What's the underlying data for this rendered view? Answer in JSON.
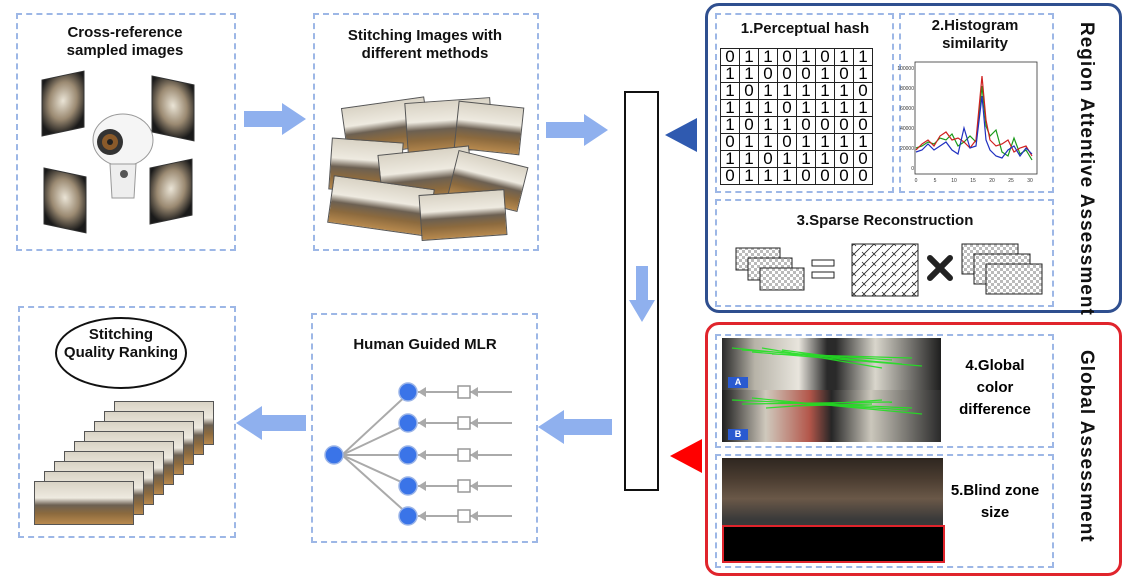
{
  "panels": {
    "cross_reference": "Cross-reference sampled images",
    "stitching": "Stitching Images with different methods",
    "human_mlr": "Human Guided MLR",
    "ranking": "Stitching Quality Ranking"
  },
  "region_attentive": {
    "title": "Region Attentive Assessment",
    "perceptual_hash": "1.Perceptual hash",
    "histogram": "2.Histogram similarity",
    "sparse": "3.Sparse Reconstruction",
    "hash_rows": [
      [
        "0",
        "1",
        "1",
        "0",
        "1",
        "0",
        "1",
        "1"
      ],
      [
        "1",
        "1",
        "0",
        "0",
        "0",
        "1",
        "0",
        "1"
      ],
      [
        "1",
        "0",
        "1",
        "1",
        "1",
        "1",
        "1",
        "0"
      ],
      [
        "1",
        "1",
        "1",
        "0",
        "1",
        "1",
        "1",
        "1"
      ],
      [
        "1",
        "0",
        "1",
        "1",
        "0",
        "0",
        "0",
        "0"
      ],
      [
        "0",
        "1",
        "1",
        "0",
        "1",
        "1",
        "1",
        "1"
      ],
      [
        "1",
        "1",
        "0",
        "1",
        "1",
        "1",
        "0",
        "0"
      ],
      [
        "0",
        "1",
        "1",
        "1",
        "0",
        "0",
        "0",
        "0"
      ]
    ],
    "histogram_y_ticks": [
      "100000",
      "80000",
      "60000",
      "40000",
      "20000",
      "0"
    ],
    "histogram_x_ticks": [
      "0",
      "5",
      "10",
      "15",
      "20",
      "25",
      "30"
    ]
  },
  "global": {
    "title": "Global  Assessment",
    "color_difference": "4.Global color difference",
    "blind_zone": "5.Blind zone size",
    "tag_a": "A",
    "tag_b": "B"
  },
  "colors": {
    "blue_ring": "#2f4f8f",
    "red_ring": "#e0242c",
    "arrow": "#8fb0ee",
    "node": "#3a74e8"
  }
}
